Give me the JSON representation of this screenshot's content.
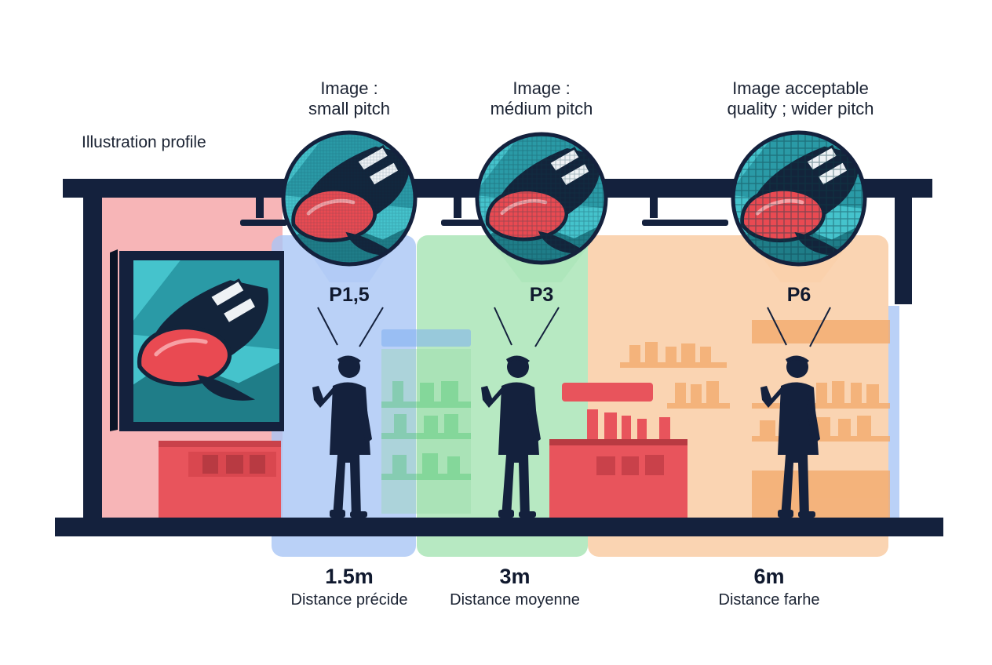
{
  "profile_label": "Illustration profile",
  "zones": [
    {
      "id": "small",
      "title_line1": "Image :",
      "title_line2": "small pitch",
      "pitch": "P1,5",
      "distance": "1.5m",
      "distance_label": "Distance précide",
      "color": "#a9c6f5",
      "zoom_pixelation": "fine"
    },
    {
      "id": "medium",
      "title_line1": "Image :",
      "title_line2": "médium pitch",
      "pitch": "P3",
      "distance": "3m",
      "distance_label": "Distance moyenne",
      "color": "#a5e3b3",
      "zoom_pixelation": "medium"
    },
    {
      "id": "wide",
      "title_line1": "Image acceptable",
      "title_line2": "quality ; wider pitch",
      "pitch": "P6",
      "distance": "6m",
      "distance_label": "Distance farhe",
      "color": "#f9cda5",
      "zoom_pixelation": "coarse"
    }
  ],
  "colors": {
    "frame": "#14213d",
    "display_zone": "#f6a8aa",
    "counter_red": "#e8545c",
    "screen_teal": "#3dbfc8",
    "shoe_red": "#e94a52"
  },
  "icons": [
    "shoe-image-icon",
    "person-silhouette-icon",
    "magnifier-circle-icon",
    "shelf-icon"
  ]
}
